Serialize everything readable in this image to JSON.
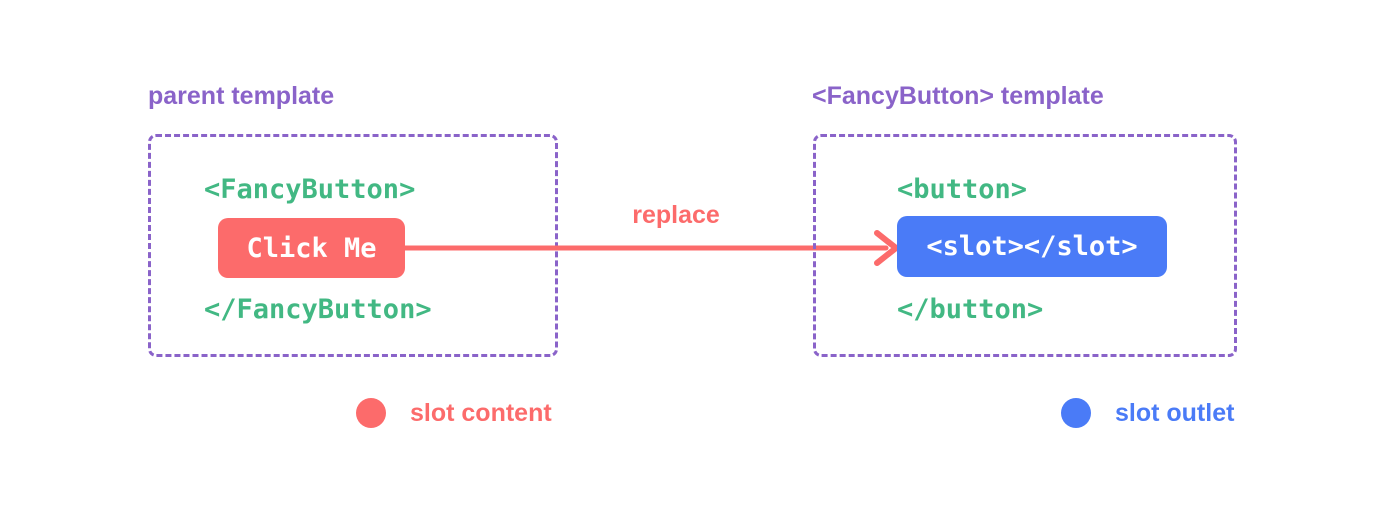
{
  "colors": {
    "purple": "#8a63c9",
    "green": "#42b883",
    "red": "#fc6b6b",
    "blue": "#4a7bf7",
    "white": "#ffffff"
  },
  "parent_panel": {
    "title": "parent template",
    "open_tag": "<FancyButton>",
    "button_label": "Click Me",
    "close_tag": "</FancyButton>"
  },
  "arrow": {
    "label": "replace"
  },
  "fancy_button_panel": {
    "title": "<FancyButton> template",
    "open_tag": "<button>",
    "slot_label": "<slot></slot>",
    "close_tag": "</button>"
  },
  "legend": [
    {
      "label": "slot content"
    },
    {
      "label": "slot outlet"
    }
  ]
}
